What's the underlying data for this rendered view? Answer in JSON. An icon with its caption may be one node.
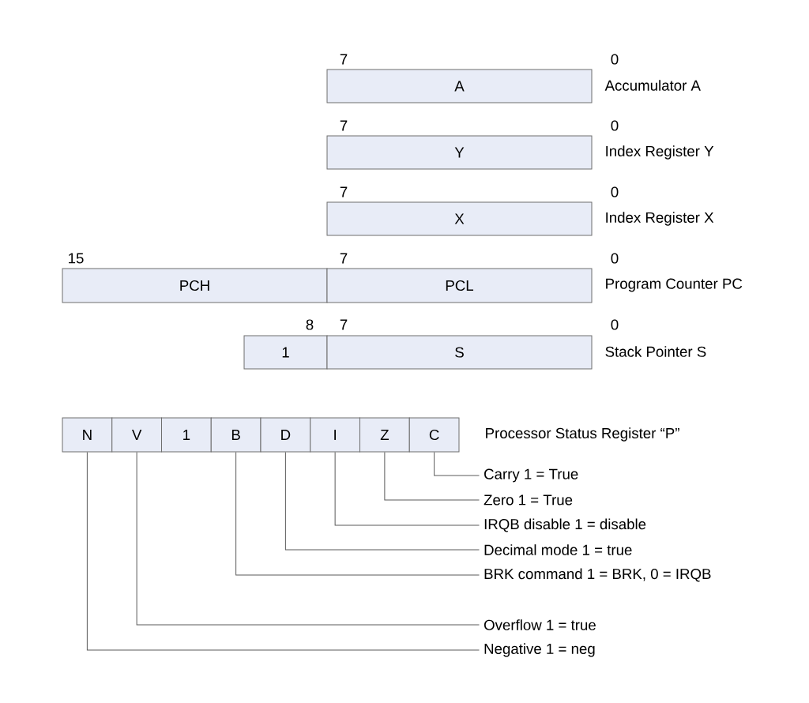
{
  "diagram": {
    "nodes": [
      {
        "text": [
          "A"
        ],
        "beside": [
          "Accumulator A"
        ]
      },
      {
        "text": [
          "Y"
        ],
        "beside": [
          "Index Register Y"
        ]
      },
      {
        "text": [
          "X"
        ],
        "beside": [
          "Index Register X"
        ]
      },
      {
        "text": [
          "PCH"
        ]
      },
      {
        "text": [
          "PCL"
        ],
        "beside": [
          "Program Counter PC"
        ]
      },
      {
        "text": [
          "1"
        ]
      },
      {
        "text": [
          "S"
        ],
        "beside": [
          "Stack Pointer S"
        ]
      },
      {
        "text": [
          "N"
        ]
      },
      {
        "text": [
          "V"
        ]
      },
      {
        "text": [
          "1"
        ]
      },
      {
        "text": [
          "B"
        ]
      },
      {
        "text": [
          "D"
        ]
      },
      {
        "text": [
          "I"
        ]
      },
      {
        "text": [
          "Z"
        ]
      },
      {
        "text": [
          "C"
        ],
        "beside": [
          "Processor Status Register “P”"
        ]
      },
      {
        "text": [
          "Carry 1 = True"
        ]
      },
      {
        "text": [
          "Zero 1 = True"
        ]
      },
      {
        "text": [
          "IRQB disable 1 = disable"
        ]
      },
      {
        "text": [
          "Decimal mode 1 = true"
        ]
      },
      {
        "text": [
          "BRK command 1 = BRK, 0 = IRQB"
        ]
      },
      {
        "text": [
          "Overflow 1 = true"
        ]
      },
      {
        "text": [
          "Negative 1 = neg"
        ]
      }
    ],
    "edges": [
      {
        "from": 15,
        "to": 14,
        "arrow": "none"
      },
      {
        "from": 16,
        "to": 13,
        "arrow": "none"
      },
      {
        "from": 17,
        "to": 12,
        "arrow": "none"
      },
      {
        "from": 18,
        "to": 11,
        "arrow": "none"
      },
      {
        "from": 19,
        "to": 10,
        "arrow": "none"
      },
      {
        "from": 20,
        "to": 8,
        "arrow": "none"
      },
      {
        "from": 21,
        "to": 7,
        "arrow": "none"
      }
    ],
    "labels": [
      "7",
      "0",
      "7",
      "0",
      "7",
      "0",
      "15",
      "7",
      "0",
      "8",
      "7",
      "0"
    ]
  }
}
